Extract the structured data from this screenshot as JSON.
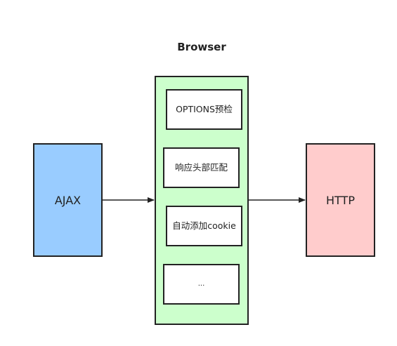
{
  "diagram": {
    "title": "Browser",
    "source": {
      "label": "AJAX",
      "color": "#99ccff"
    },
    "target": {
      "label": "HTTP",
      "color": "#ffcccc"
    },
    "container": {
      "color": "#ccffcc"
    },
    "steps": [
      {
        "label": "OPTIONS预检"
      },
      {
        "label": "响应头部匹配"
      },
      {
        "label": "自动添加cookie"
      },
      {
        "label": "..."
      }
    ],
    "edges": [
      {
        "from": "AJAX",
        "to": "Browser"
      },
      {
        "from": "Browser",
        "to": "HTTP"
      }
    ]
  }
}
